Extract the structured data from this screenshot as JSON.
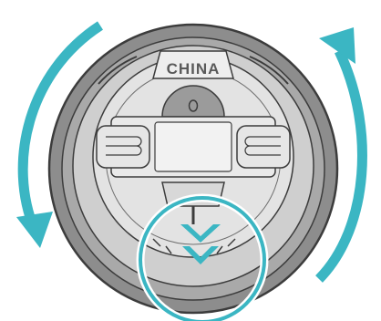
{
  "cap": {
    "embossed_text": "CHINA"
  },
  "icons": {
    "rotate_left": "curved-arrow-counterclockwise",
    "rotate_right": "curved-arrow-clockwise",
    "alignment_marker": "double-chevron-down"
  },
  "colors": {
    "accent_teal": "#3bb6c3",
    "outer_ring": "#8d8d8d",
    "body_gray": "#c7c7c7",
    "inner_gray": "#e6e6e6",
    "outline": "#3c3c3c"
  }
}
